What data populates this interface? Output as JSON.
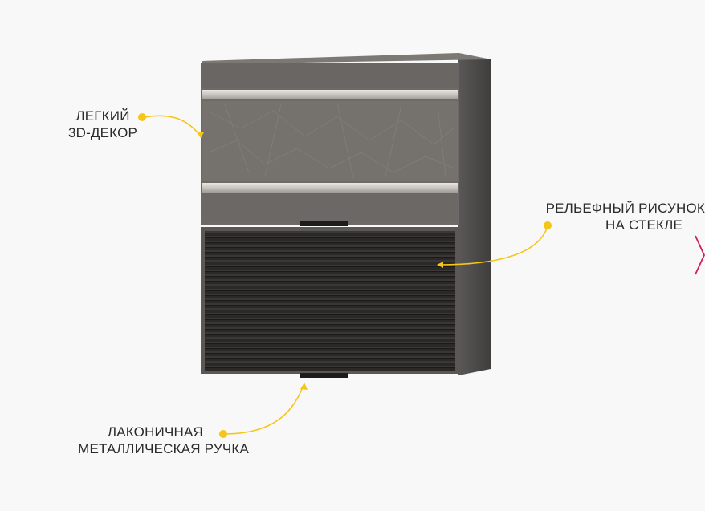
{
  "callouts": {
    "decor": {
      "line1": "ЛЕГКИЙ",
      "line2": "3D-ДЕКОР"
    },
    "relief": {
      "line1": "РЕЛЬЕФНЫЙ РИСУНОК",
      "line2": "НА СТЕКЛЕ"
    },
    "handle": {
      "line1": "ЛАКОНИЧНАЯ",
      "line2": "МЕТАЛЛИЧЕСКАЯ РУЧКА"
    }
  },
  "colors": {
    "background": "#f8f8f8",
    "cabinet_body": "#4d4b4a",
    "upper_front": "#6f6a67",
    "stripes": "#cfcac4",
    "glass_front": "#262626",
    "callout_accent": "#f5c518",
    "nav_arrow": "#d11f5a"
  },
  "icons": {
    "next": "chevron-right-icon"
  }
}
